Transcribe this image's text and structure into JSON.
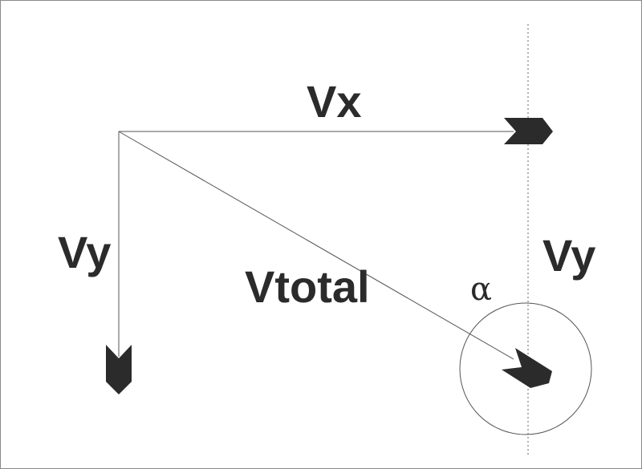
{
  "labels": {
    "vx": "Vx",
    "vy_left": "Vy",
    "vy_right": "Vy",
    "vtotal": "Vtotal",
    "angle": "α"
  },
  "colors": {
    "ink": "#2b2b2b",
    "line": "#555555",
    "frame": "#8a8a8a",
    "background": "#ffffff"
  }
}
